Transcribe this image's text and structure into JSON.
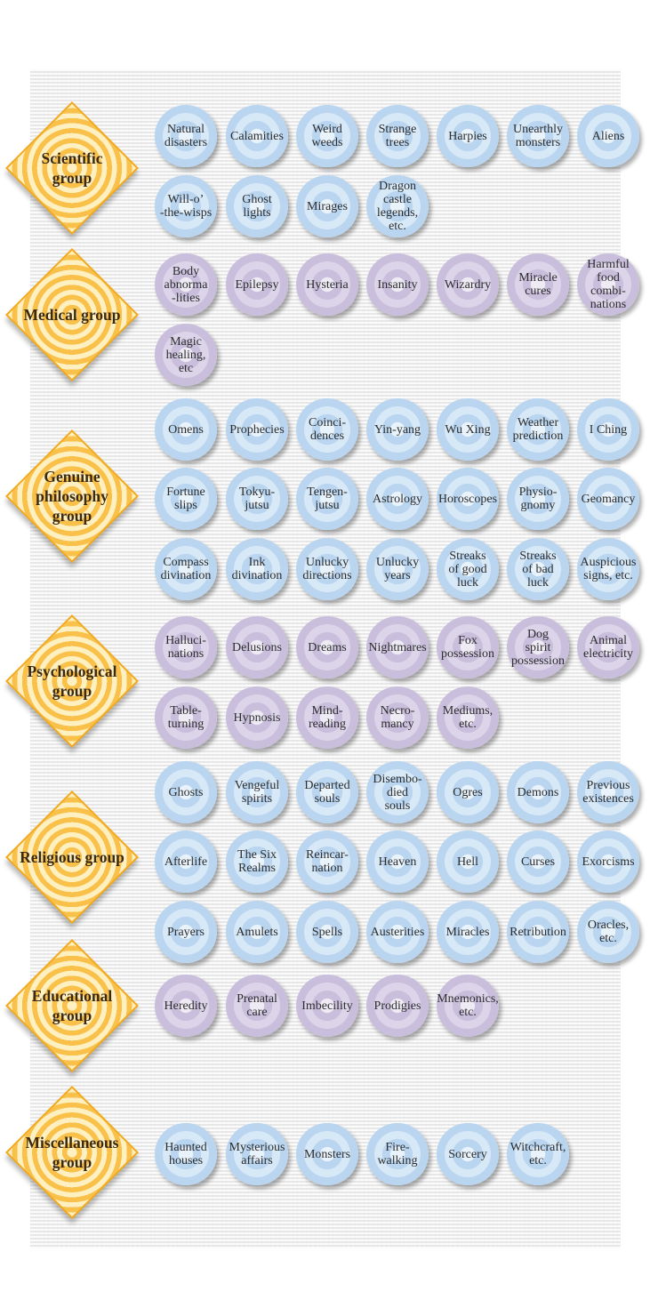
{
  "groups": [
    {
      "label": "Scientific\ngroup",
      "color": "blue",
      "items": [
        "Natural\ndisasters",
        "Calamities",
        "Weird\nweeds",
        "Strange\ntrees",
        "Harpies",
        "Unearthly\nmonsters",
        "Aliens",
        "Will-o’\n-the-wisps",
        "Ghost\nlights",
        "Mirages",
        "Dragon\ncastle\nlegends,\netc."
      ]
    },
    {
      "label": "Medical group",
      "color": "purple",
      "items": [
        "Body\nabnorma\n-lities",
        "Epilepsy",
        "Hysteria",
        "Insanity",
        "Wizardry",
        "Miracle\ncures",
        "Harmful\nfood\ncombi-\nnations",
        "Magic\nhealing,\netc"
      ]
    },
    {
      "label": "Genuine\nphilosophy\ngroup",
      "color": "blue",
      "items": [
        "Omens",
        "Prophecies",
        "Coinci-\ndences",
        "Yin-yang",
        "Wu Xing",
        "Weather\nprediction",
        "I Ching",
        "Fortune\nslips",
        "Tokyu-\njutsu",
        "Tengen-\njutsu",
        "Astrology",
        "Horoscopes",
        "Physio-\ngnomy",
        "Geomancy",
        "Compass\ndivination",
        "Ink\ndivination",
        "Unlucky\ndirections",
        "Unlucky\nyears",
        "Streaks\nof good\nluck",
        "Streaks\nof bad\nluck",
        "Auspicious\nsigns, etc."
      ]
    },
    {
      "label": "Psychological\ngroup",
      "color": "purple",
      "items": [
        "Halluci-\nnations",
        "Delusions",
        "Dreams",
        "Nightmares",
        "Fox\npossession",
        "Dog\nspirit\npossession",
        "Animal\nelectricity",
        "Table-\nturning",
        "Hypnosis",
        "Mind-\nreading",
        "Necro-\nmancy",
        "Mediums,\netc."
      ]
    },
    {
      "label": "Religious group",
      "color": "blue",
      "items": [
        "Ghosts",
        "Vengeful\nspirits",
        "Departed\nsouls",
        "Disembo-\ndied\nsouls",
        "Ogres",
        "Demons",
        "Previous\nexistences",
        "Afterlife",
        "The Six\nRealms",
        "Reincar-\nnation",
        "Heaven",
        "Hell",
        "Curses",
        "Exorcisms",
        "Prayers",
        "Amulets",
        "Spells",
        "Austerities",
        "Miracles",
        "Retribution",
        "Oracles,\netc."
      ]
    },
    {
      "label": "Educational\ngroup",
      "color": "purple",
      "items": [
        "Heredity",
        "Prenatal\ncare",
        "Imbecility",
        "Prodigies",
        "Mnemonics,\netc."
      ]
    },
    {
      "label": "Miscellaneous\ngroup",
      "color": "blue",
      "items": [
        "Haunted\nhouses",
        "Mysterious\naffairs",
        "Monsters",
        "Fire-\nwalking",
        "Sorcery",
        "Witchcraft,\netc."
      ]
    }
  ]
}
